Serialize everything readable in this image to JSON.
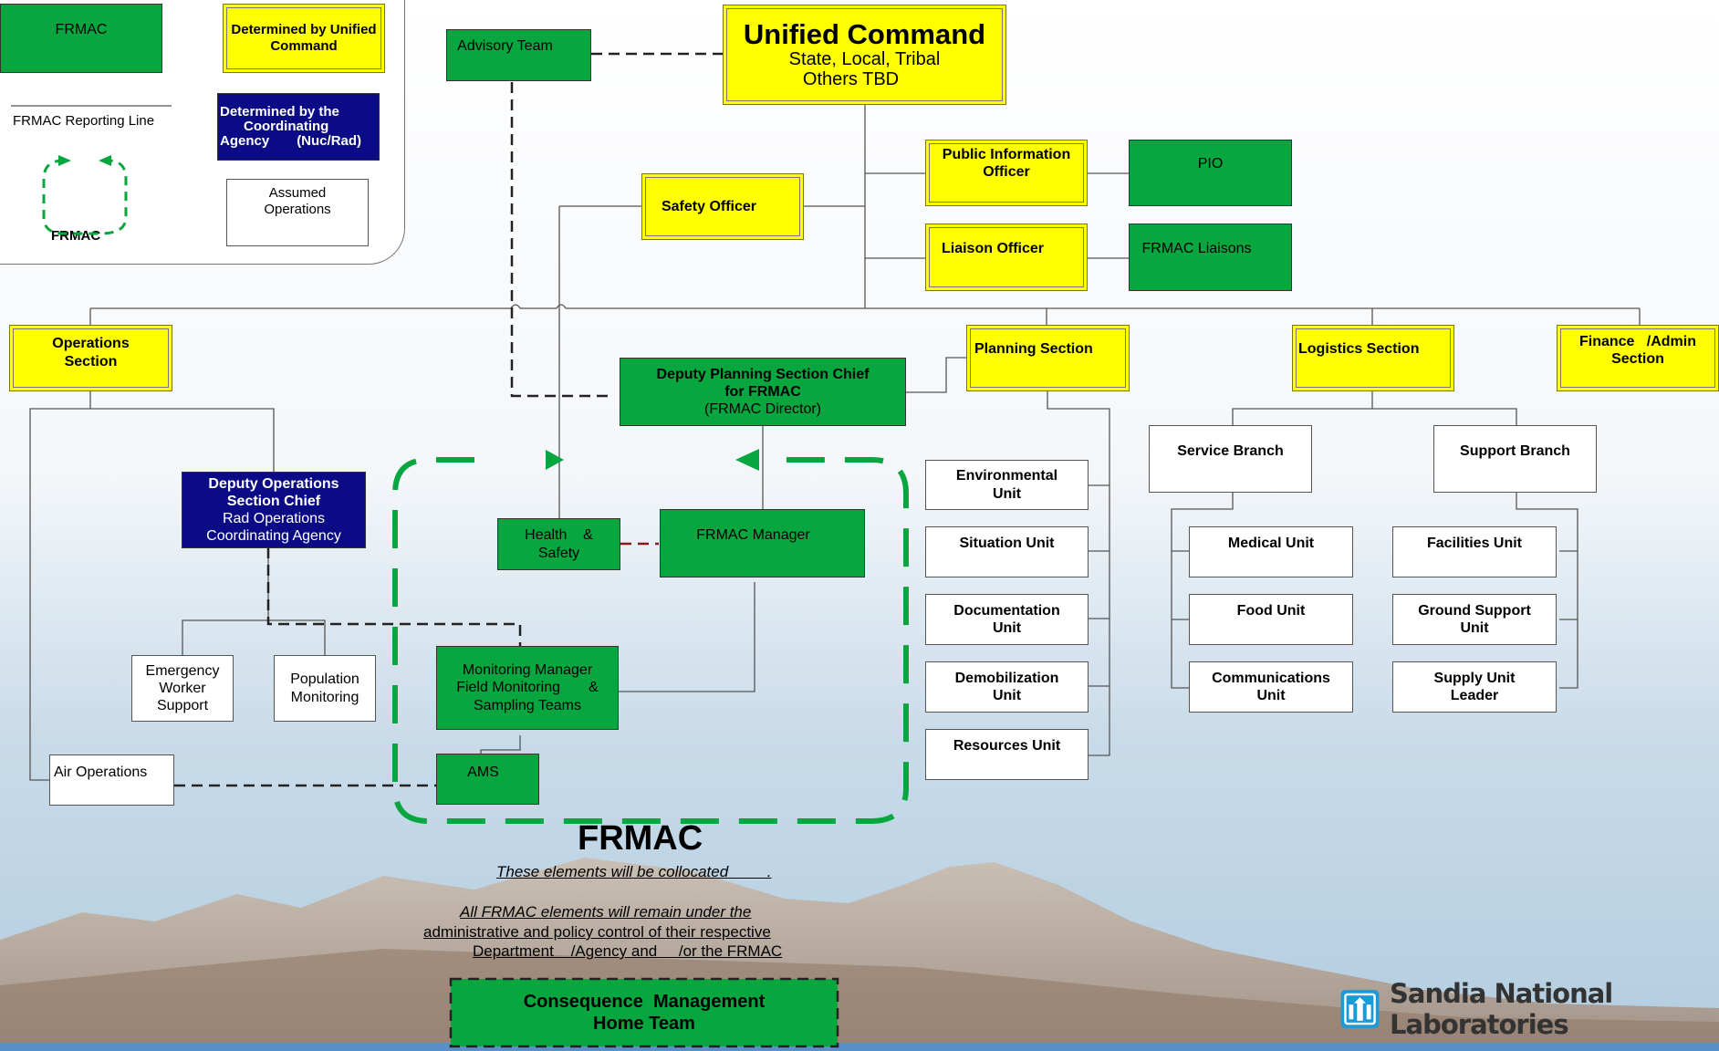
{
  "legend": {
    "frmac": "FRMAC",
    "unified": "Determined by Unified Command",
    "reporting_line": "FRMAC Reporting Line",
    "coordinating_line1": "Determined by the",
    "coordinating_line2": "Coordinating",
    "coordinating_line3": "Agency",
    "coordinating_line3b": "(Nuc/Rad)",
    "assumed": "Assumed Operations",
    "frmac_loop": "FRMAC"
  },
  "unified_command": {
    "title": "Unified Command",
    "line2": "State, Local, Tribal",
    "line3": "Others TBD"
  },
  "advisory_team": "Advisory Team",
  "safety_officer": "Safety Officer",
  "public_information_officer": "Public Information Officer",
  "pio": "PIO",
  "liaison_officer": "Liaison Officer",
  "frmac_liaisons": "FRMAC Liaisons",
  "operations_section": "Operations Section",
  "planning_section": "Planning Section",
  "logistics_section": "Logistics Section",
  "finance_admin": {
    "line1": "Finance   /Admin",
    "line2": "Section"
  },
  "deputy_planning": {
    "line1": "Deputy Planning Section Chief",
    "line2": "for FRMAC",
    "line3": "(FRMAC Director)"
  },
  "deputy_operations": {
    "line1": "Deputy Operations",
    "line2": "Section Chief",
    "line3": "Rad Operations",
    "line4": "Coordinating Agency"
  },
  "health_safety": {
    "line1": "Health    &",
    "line2": "Safety"
  },
  "frmac_manager": "FRMAC Manager",
  "monitoring_manager": {
    "line1": "Monitoring Manager",
    "line2": "Field Monitoring       &",
    "line3": "Sampling Teams"
  },
  "ams": "AMS",
  "air_operations": "Air Operations",
  "emergency_worker_support": {
    "line1": "Emergency",
    "line2": "Worker",
    "line3": "Support"
  },
  "population_monitoring": {
    "line1": "Population",
    "line2": "Monitoring"
  },
  "planning_units": [
    "Environmental Unit",
    "Situation Unit",
    "Documentation Unit",
    "Demobilization Unit",
    "Resources Unit"
  ],
  "service_branch": "Service Branch",
  "support_branch": "Support Branch",
  "service_units": [
    "Medical Unit",
    "Food Unit",
    "Communications Unit"
  ],
  "support_units": [
    "Facilities Unit",
    "Ground Support Unit",
    "Supply Unit Leader"
  ],
  "frmac_label": "FRMAC",
  "note_collocated": "These elements will be collocated         .",
  "note_control": {
    "line1": "All FRMAC elements will remain under the",
    "line2": "administrative and policy control of their respective",
    "line3": "Department    /Agency and     /or the FRMAC"
  },
  "consequence_management": {
    "line1": "Consequence  Management",
    "line2": "Home Team"
  },
  "logo_text": "Sandia National Laboratories",
  "colors": {
    "unified_command": "#ffff00",
    "frmac": "#07a63e",
    "coordinating_agency": "#0b0b86",
    "assumed": "#ffffff"
  }
}
